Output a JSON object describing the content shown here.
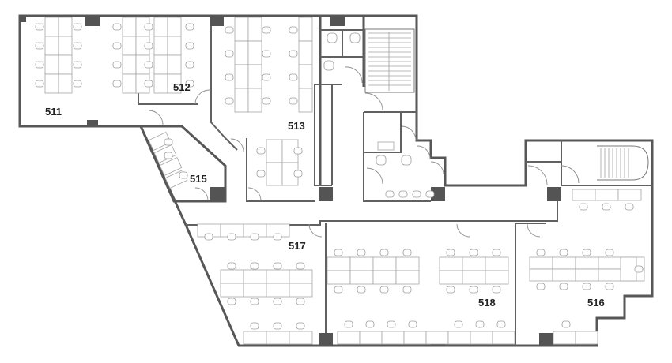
{
  "floor_plan": {
    "rooms": [
      {
        "id": "511",
        "label": "511"
      },
      {
        "id": "512",
        "label": "512"
      },
      {
        "id": "513",
        "label": "513"
      },
      {
        "id": "515",
        "label": "515"
      },
      {
        "id": "517",
        "label": "517"
      },
      {
        "id": "518",
        "label": "518"
      },
      {
        "id": "516",
        "label": "516"
      }
    ]
  }
}
